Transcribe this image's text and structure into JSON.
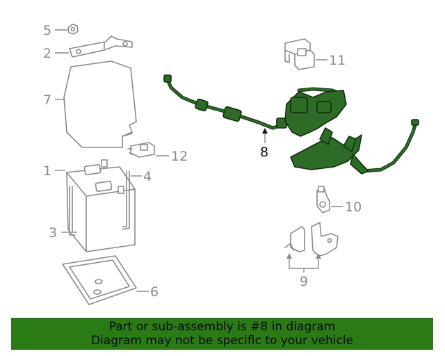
{
  "diagram": {
    "callouts": {
      "c1": "1",
      "c2": "2",
      "c3": "3",
      "c4": "4",
      "c5": "5",
      "c6": "6",
      "c7": "7",
      "c8": "8",
      "c9": "9",
      "c10": "10",
      "c11": "11",
      "c12": "12"
    },
    "highlighted_part": "8",
    "colors": {
      "highlight": "#2e6b27",
      "banner": "#2a7a16",
      "line": "#8a8a8a"
    }
  },
  "banner": {
    "line1": "Part or sub-assembly is #8 in diagram",
    "line2": "Diagram may not be specific to your vehicle"
  }
}
